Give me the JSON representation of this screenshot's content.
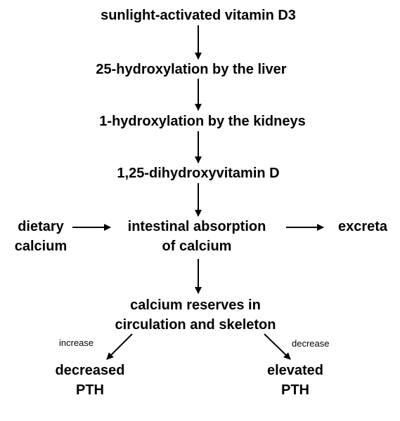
{
  "nodes": {
    "vitamin_d3": "sunlight-activated vitamin D3",
    "liver": "25-hydroxylation by the liver",
    "kidneys": "1-hydroxylation by the kidneys",
    "dihydroxy": "1,25-dihydroxyvitamin D",
    "dietary_line1": "dietary",
    "dietary_line2": "calcium",
    "intestinal_line1": "intestinal absorption",
    "intestinal_line2": "of calcium",
    "excreta": "excreta",
    "reserves_line1": "calcium reserves in",
    "reserves_line2": "circulation and skeleton",
    "decreased_line1": "decreased",
    "decreased_line2": "PTH",
    "elevated_line1": "elevated",
    "elevated_line2": "PTH"
  },
  "edge_labels": {
    "increase": "increase",
    "decrease": "decrease"
  }
}
